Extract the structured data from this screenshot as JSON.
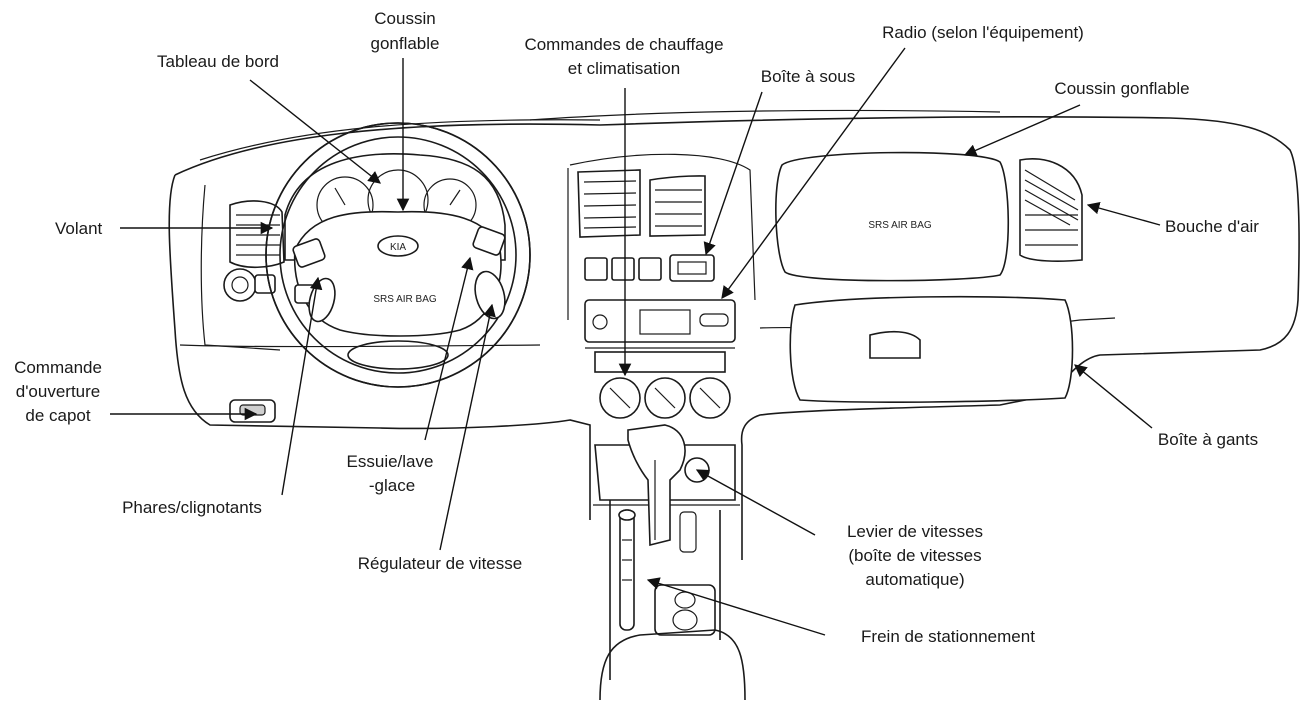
{
  "labels": {
    "tableau_de_bord": "Tableau de bord",
    "coussin_gonflable_volant_l1": "Coussin",
    "coussin_gonflable_volant_l2": "gonflable",
    "commandes_chauffage_l1": "Commandes de chauffage",
    "commandes_chauffage_l2": "et climatisation",
    "radio": "Radio (selon l'équipement)",
    "boite_a_sous": "Boîte à sous",
    "coussin_gonflable_passager": "Coussin gonflable",
    "volant": "Volant",
    "bouche_d_air": "Bouche d'air",
    "commande_capot_l1": "Commande",
    "commande_capot_l2": "d'ouverture",
    "commande_capot_l3": "de capot",
    "boite_a_gants": "Boîte à gants",
    "essuie_glace_l1": "Essuie/lave",
    "essuie_glace_l2": "-glace",
    "phares": "Phares/clignotants",
    "regulateur": "Régulateur de vitesse",
    "levier_l1": "Levier de vitesses",
    "levier_l2": "(boîte de vitesses",
    "levier_l3": "automatique)",
    "frein": "Frein de stationnement"
  },
  "dashboard_text": {
    "steering_airbag": "SRS AIR BAG",
    "passenger_airbag": "SRS AIR BAG",
    "logo": "KIA"
  }
}
